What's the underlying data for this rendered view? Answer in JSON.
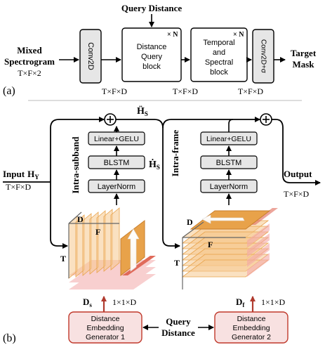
{
  "colors": {
    "gray_block": "#e6e6e6",
    "red_fill": "#f8e1e1",
    "red_stroke": "#c0392b",
    "red_arrow": "#b03a2e",
    "orange_plane": "#f6c98e",
    "orange_dark": "#e8a24a",
    "pink_plane": "#f4a9a8",
    "salmon": "#e06a5a"
  },
  "panel_a": {
    "label": "(a)",
    "query_distance": "Query Distance",
    "input_label": [
      "Mixed",
      "Spectrogram"
    ],
    "input_dims": "T×F×2",
    "conv2d": "Conv2D",
    "dq_block": [
      "Distance",
      "Query",
      "block"
    ],
    "ts_block": [
      "Temporal",
      "and",
      "Spectral",
      "block"
    ],
    "times_n": "× N",
    "conv_out": "Conv2D+σ",
    "output_label": [
      "Target",
      "Mask"
    ],
    "dims_1": "T×F×D",
    "dims_2": "T×F×D",
    "dims_3": "T×F×D"
  },
  "panel_b": {
    "label": "(b)",
    "input_label": "Input",
    "input_symbol": "H",
    "input_sub": "Y",
    "input_dims": "T×F×D",
    "output_label": "Output",
    "output_dims": "T×F×D",
    "h_ddot": "Ḧ",
    "h_ddot_sub": "S",
    "h_dot": "Ḣ",
    "h_dot_sub": "S",
    "intra_subband": "Intra-subband",
    "intra_frame": "Intra-frame",
    "linear_gelu_1": "Linear+GELU",
    "blstm_1": "BLSTM",
    "layernorm_1": "LayerNorm",
    "linear_gelu_2": "Linear+GELU",
    "blstm_2": "BLSTM",
    "layernorm_2": "LayerNorm",
    "axis_d_1": "D",
    "axis_f_1": "F",
    "axis_t_1": "T",
    "axis_d_2": "D",
    "axis_f_2": "F",
    "axis_t_2": "T",
    "ds_symbol": "D",
    "ds_sub": "s",
    "ds_dims": "1×1×D",
    "df_symbol": "D",
    "df_sub": "f",
    "df_dims": "1×1×D",
    "gen1": [
      "Distance",
      "Embedding",
      "Generator 1"
    ],
    "gen2": [
      "Distance",
      "Embedding",
      "Generator 2"
    ],
    "query_distance": [
      "Query",
      "Distance"
    ]
  }
}
